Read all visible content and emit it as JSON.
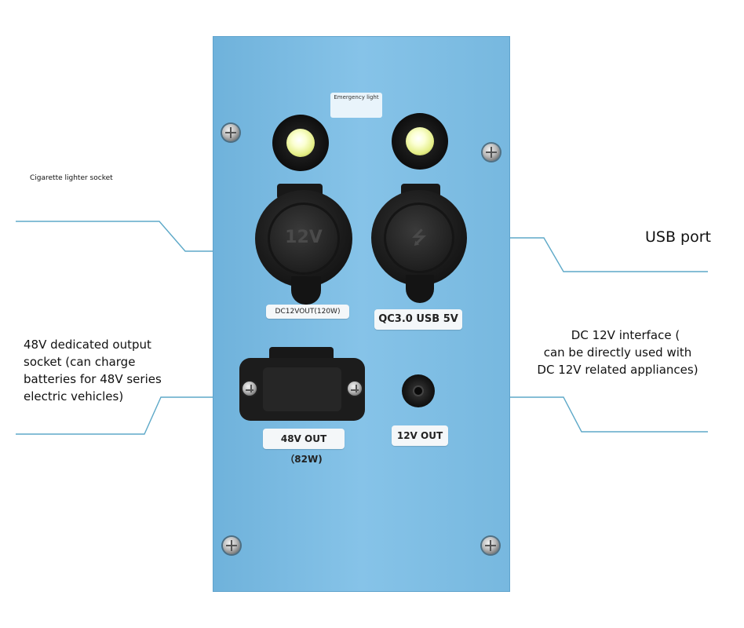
{
  "panel_labels": {
    "emergency_light": "Emergency light",
    "cig_socket_cap": "12V",
    "cig_socket_plate": "DC12VOUT(120W)",
    "usb_socket_plate": "QC3.0 USB 5V",
    "out48_plate": "48V OUT（82W)",
    "out12_plate": "12V OUT"
  },
  "annotations": {
    "cigarette_lighter": "Cigarette lighter socket",
    "usb_port": "USB port",
    "out48_lines": [
      "48V dedicated output",
      "socket (can charge",
      "batteries for 48V series",
      "electric vehicles)"
    ],
    "dc12_lines": [
      "DC 12V interface (",
      "can be directly used with",
      "DC 12V related appliances)"
    ]
  },
  "colors": {
    "panel": "#86c3e8",
    "leader_line": "#5ea9c8",
    "socket": "#141414",
    "label_plate": "#f4f7f9"
  }
}
